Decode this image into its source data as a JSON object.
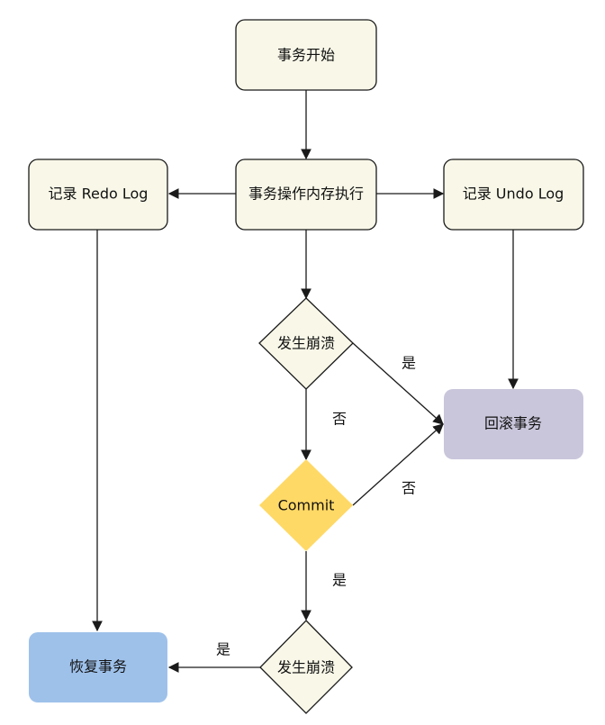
{
  "diagram": {
    "nodes": {
      "start": "事务开始",
      "exec": "事务操作内存执行",
      "redo": "记录 Redo Log",
      "undo": "记录 Undo Log",
      "crash1": "发生崩溃",
      "commit": "Commit",
      "rollback": "回滚事务",
      "crash2": "发生崩溃",
      "recover": "恢复事务"
    },
    "edge_labels": {
      "crash1_yes": "是",
      "crash1_no": "否",
      "commit_no": "否",
      "commit_yes": "是",
      "crash2_yes": "是"
    },
    "colors": {
      "process_fill": "#f8f7e8",
      "commit_fill": "#ffd966",
      "rollback_fill": "#c9c6db",
      "recover_fill": "#9ec1ea",
      "stroke": "#1a1a1a"
    }
  }
}
